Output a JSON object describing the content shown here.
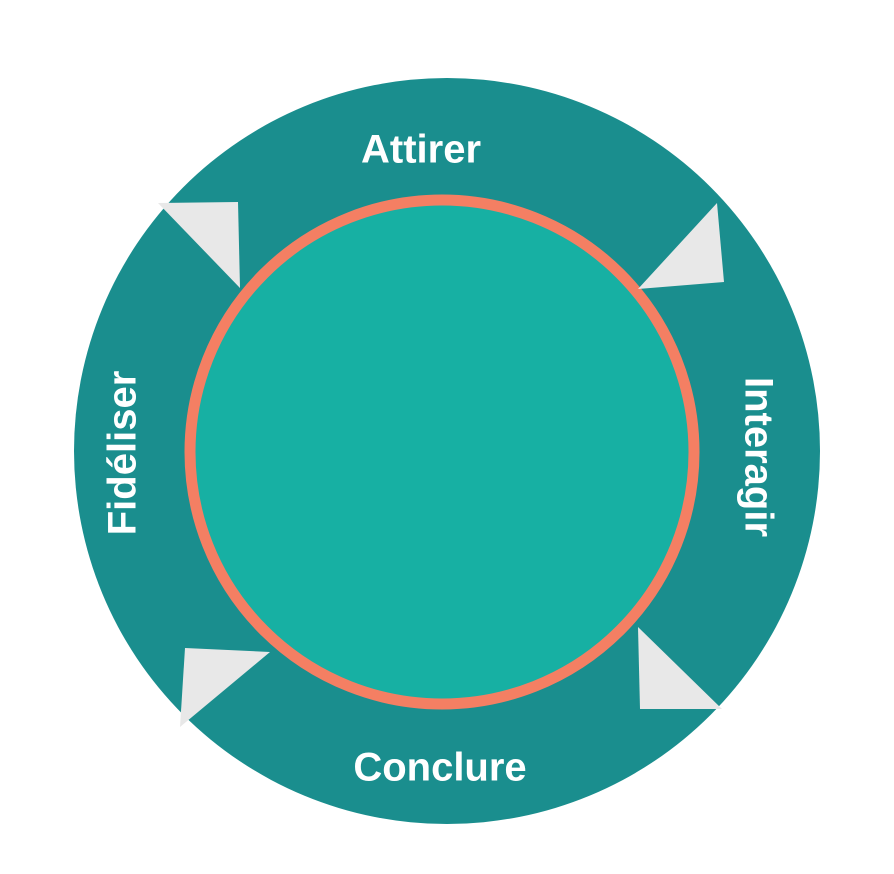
{
  "diagram": {
    "stages": [
      {
        "label": "Attirer"
      },
      {
        "label": "Interagir"
      },
      {
        "label": "Conclure"
      },
      {
        "label": "Fidéliser"
      }
    ],
    "colors": {
      "outer_ring": "#1a8e8e",
      "inner_circle": "#17b0a3",
      "inner_border": "#f47f63",
      "arrow": "#e8e8e8",
      "label": "#ffffff"
    }
  }
}
